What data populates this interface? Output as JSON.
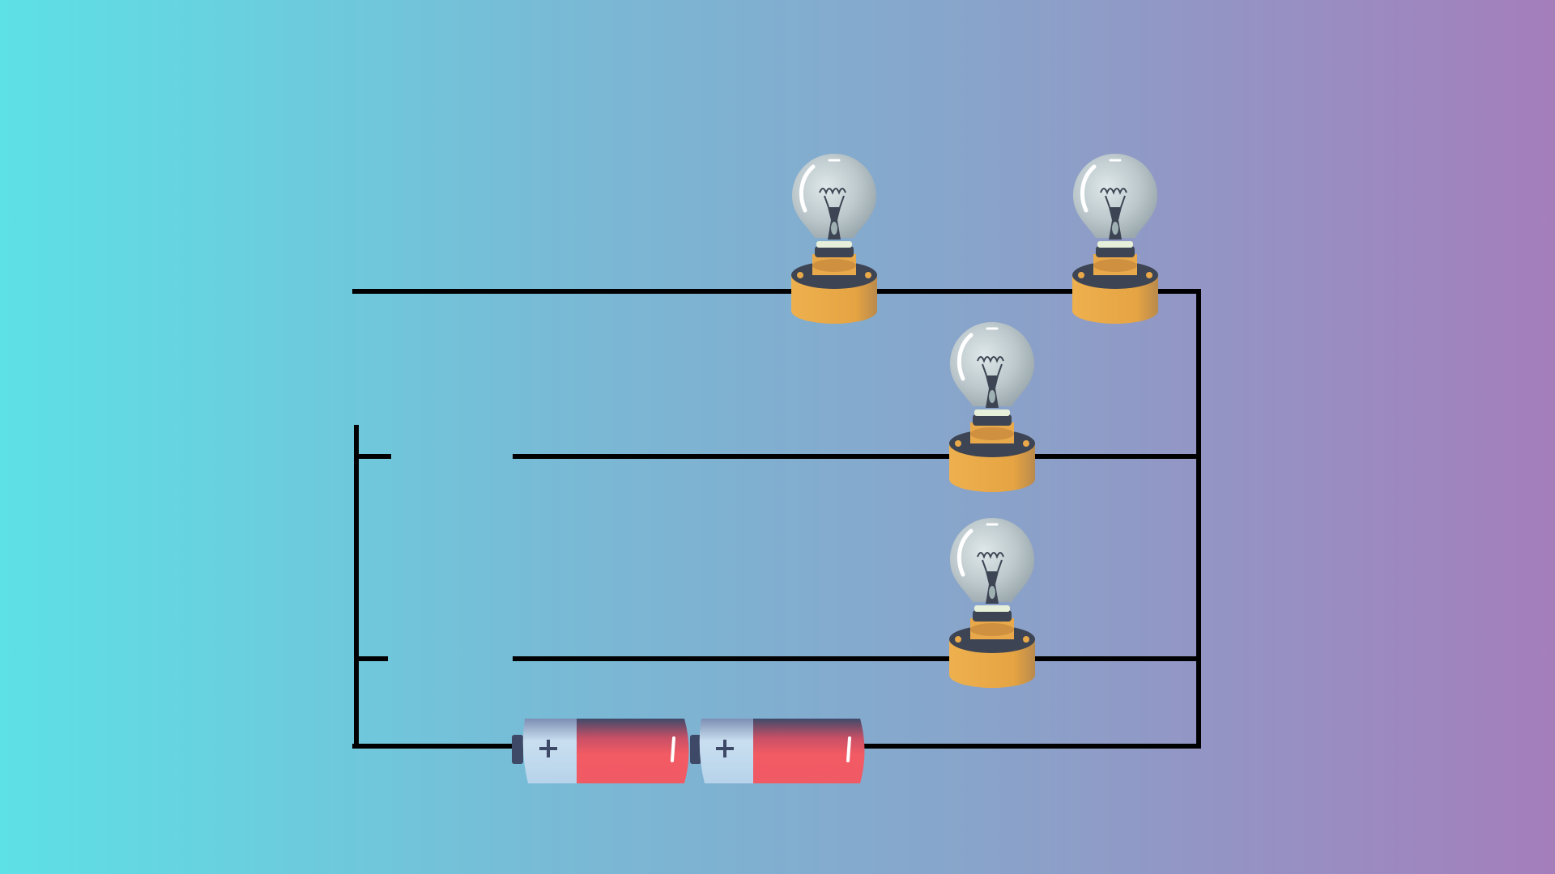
{
  "diagram": {
    "background": {
      "left": "#5de0e6",
      "mid1": "#78bbd6",
      "mid2": "#8aa2c9",
      "right": "#a47ebb"
    },
    "wire_color": "#000000",
    "bulbs": [
      {
        "id": "bulb-top-left",
        "lit": false
      },
      {
        "id": "bulb-top-right",
        "lit": false
      },
      {
        "id": "bulb-middle",
        "lit": false
      },
      {
        "id": "bulb-bottom",
        "lit": false
      }
    ],
    "batteries": [
      {
        "id": "battery-1",
        "terminal_symbol": "+"
      },
      {
        "id": "battery-2",
        "terminal_symbol": "+"
      }
    ],
    "switches": [
      {
        "id": "switch-middle-branch",
        "state": "open"
      },
      {
        "id": "switch-bottom-branch",
        "state": "open"
      }
    ],
    "colors": {
      "bulb_glass": "#b9c6ca",
      "bulb_base_dark": "#3d4453",
      "bulb_socket": "#e9a94a",
      "battery_body": "#f05a64",
      "battery_cap": "#bcd7ea",
      "battery_shadow": "#3e4968"
    }
  }
}
